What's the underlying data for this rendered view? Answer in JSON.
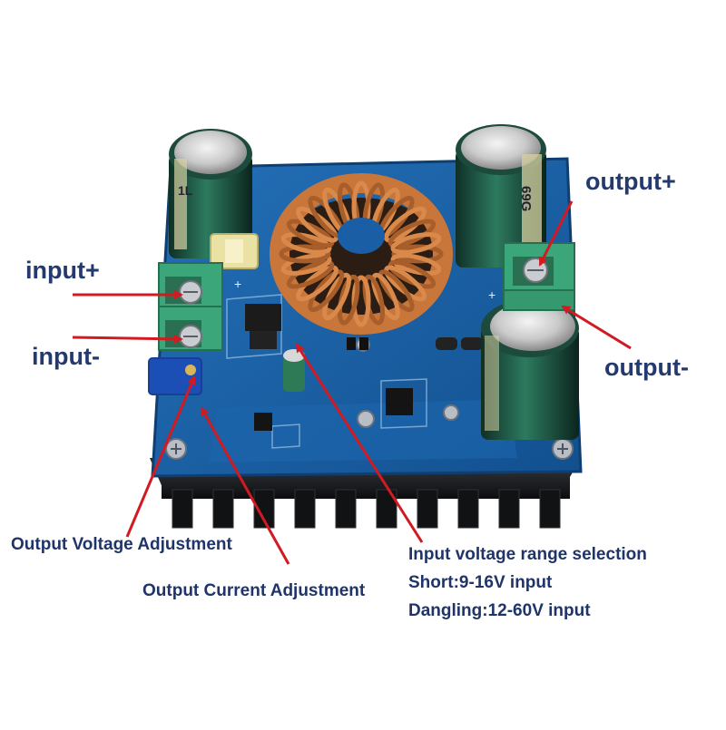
{
  "labels": {
    "input_plus": "input+",
    "input_minus": "input-",
    "output_plus": "output+",
    "output_minus": "output-",
    "output_voltage_adjustment": "Output Voltage Adjustment",
    "output_current_adjustment": "Output Current Adjustment",
    "input_voltage_range_selection": "Input voltage range selection",
    "short_range": "Short:9-16V input",
    "dangling_range": "Dangling:12-60V input"
  },
  "board_markings": {
    "plus_left": "+",
    "plus_right": "+",
    "cap_left": "1L",
    "cap_right": "69G"
  },
  "colors": {
    "pcb": "#1a5fa6",
    "heatsink": "#17181a",
    "terminal": "#3aa67a",
    "arrow": "#d11a22",
    "label_text": "#243a6e",
    "copper": "#c8763a"
  }
}
